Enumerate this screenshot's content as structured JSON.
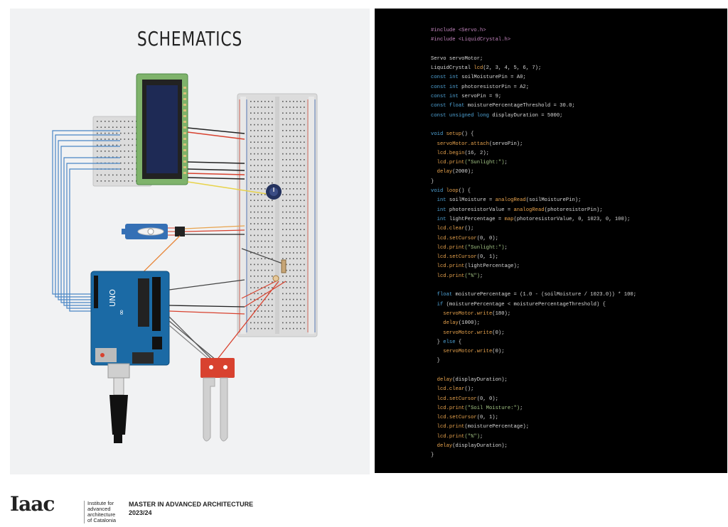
{
  "schematic": {
    "title": "SCHEMATICS"
  },
  "code": {
    "lines": [
      [
        [
          "kw-inc",
          "#include <Servo.h>"
        ]
      ],
      [
        [
          "kw-inc",
          "#include <LiquidCrystal.h>"
        ]
      ],
      [],
      [
        [
          "",
          "Servo servoMotor;"
        ]
      ],
      [
        [
          "",
          "LiquidCrystal "
        ],
        [
          "fn",
          "lcd"
        ],
        [
          "",
          "(2, 3, 4, 5, 6, 7);"
        ]
      ],
      [
        [
          "kw",
          "const int "
        ],
        [
          "",
          "soilMoisturePin = A0;"
        ]
      ],
      [
        [
          "kw",
          "const int "
        ],
        [
          "",
          "photoresistorPin = A2;"
        ]
      ],
      [
        [
          "kw",
          "const int "
        ],
        [
          "",
          "servoPin = 9;"
        ]
      ],
      [
        [
          "kw",
          "const float "
        ],
        [
          "",
          "moisturePercentageThreshold = 30.0;"
        ]
      ],
      [
        [
          "kw",
          "const unsigned long "
        ],
        [
          "",
          "displayDuration = 5000;"
        ]
      ],
      [],
      [
        [
          "kw",
          "void "
        ],
        [
          "fn",
          "setup"
        ],
        [
          "",
          "() {"
        ]
      ],
      [
        [
          "",
          "  "
        ],
        [
          "fn",
          "servoMotor.attach"
        ],
        [
          "",
          "(servoPin);"
        ]
      ],
      [
        [
          "",
          "  "
        ],
        [
          "fn",
          "lcd.begin"
        ],
        [
          "",
          "(16, 2);"
        ]
      ],
      [
        [
          "",
          "  "
        ],
        [
          "fn",
          "lcd.print"
        ],
        [
          "",
          ""
        ],
        [
          "str",
          "(\"Sunlight:\")"
        ],
        [
          "",
          ";"
        ]
      ],
      [
        [
          "",
          "  "
        ],
        [
          "fn",
          "delay"
        ],
        [
          "",
          "(2000);"
        ]
      ],
      [
        [
          "",
          "}"
        ]
      ],
      [
        [
          "kw",
          "void "
        ],
        [
          "fn",
          "loop"
        ],
        [
          "",
          "() {"
        ]
      ],
      [
        [
          "",
          "  "
        ],
        [
          "kw",
          "int "
        ],
        [
          "",
          "soilMoisture = "
        ],
        [
          "fn",
          "analogRead"
        ],
        [
          "",
          "(soilMoisturePin);"
        ]
      ],
      [
        [
          "",
          "  "
        ],
        [
          "kw",
          "int "
        ],
        [
          "",
          "photoresistorValue = "
        ],
        [
          "fn",
          "analogRead"
        ],
        [
          "",
          "(photoresistorPin);"
        ]
      ],
      [
        [
          "",
          "  "
        ],
        [
          "kw",
          "int "
        ],
        [
          "",
          "lightPercentage = "
        ],
        [
          "fn",
          "map"
        ],
        [
          "",
          "(photoresistorValue, 0, 1023, 0, 100);"
        ]
      ],
      [
        [
          "",
          "  "
        ],
        [
          "fn",
          "lcd.clear"
        ],
        [
          "",
          "();"
        ]
      ],
      [
        [
          "",
          "  "
        ],
        [
          "fn",
          "lcd.setCursor"
        ],
        [
          "",
          "(0, 0);"
        ]
      ],
      [
        [
          "",
          "  "
        ],
        [
          "fn",
          "lcd.print"
        ],
        [
          "str",
          "(\"Sunlight:\")"
        ],
        [
          "",
          ";"
        ]
      ],
      [
        [
          "",
          "  "
        ],
        [
          "fn",
          "lcd.setCursor"
        ],
        [
          "",
          "(0, 1);"
        ]
      ],
      [
        [
          "",
          "  "
        ],
        [
          "fn",
          "lcd.print"
        ],
        [
          "",
          "(lightPercentage);"
        ]
      ],
      [
        [
          "",
          "  "
        ],
        [
          "fn",
          "lcd.print"
        ],
        [
          "str",
          "(\"%\")"
        ],
        [
          "",
          ";"
        ]
      ],
      [],
      [
        [
          "",
          "  "
        ],
        [
          "kw",
          "float "
        ],
        [
          "",
          "moisturePercentage = (1.0 - (soilMoisture / 1023.0)) * 100;"
        ]
      ],
      [
        [
          "",
          "  "
        ],
        [
          "kw",
          "if "
        ],
        [
          "",
          "(moisturePercentage < moisturePercentageThreshold) {"
        ]
      ],
      [
        [
          "",
          "    "
        ],
        [
          "fn",
          "servoMotor.write"
        ],
        [
          "",
          "(180);"
        ]
      ],
      [
        [
          "",
          "    "
        ],
        [
          "fn",
          "delay"
        ],
        [
          "",
          "(1000);"
        ]
      ],
      [
        [
          "",
          "    "
        ],
        [
          "fn",
          "servoMotor.write"
        ],
        [
          "",
          "(0);"
        ]
      ],
      [
        [
          "",
          "  } "
        ],
        [
          "kw",
          "else "
        ],
        [
          "",
          "{"
        ]
      ],
      [
        [
          "",
          "    "
        ],
        [
          "fn",
          "servoMotor.write"
        ],
        [
          "",
          "(0);"
        ]
      ],
      [
        [
          "",
          "  }"
        ]
      ],
      [],
      [
        [
          "",
          "  "
        ],
        [
          "fn",
          "delay"
        ],
        [
          "",
          "(displayDuration);"
        ]
      ],
      [
        [
          "",
          "  "
        ],
        [
          "fn",
          "lcd.clear"
        ],
        [
          "",
          "();"
        ]
      ],
      [
        [
          "",
          "  "
        ],
        [
          "fn",
          "lcd.setCursor"
        ],
        [
          "",
          "(0, 0);"
        ]
      ],
      [
        [
          "",
          "  "
        ],
        [
          "fn",
          "lcd.print"
        ],
        [
          "str",
          "(\"Soil Moisture:\")"
        ],
        [
          "",
          ";"
        ]
      ],
      [
        [
          "",
          "  "
        ],
        [
          "fn",
          "lcd.setCursor"
        ],
        [
          "",
          "(0, 1);"
        ]
      ],
      [
        [
          "",
          "  "
        ],
        [
          "fn",
          "lcd.print"
        ],
        [
          "",
          "(moisturePercentage);"
        ]
      ],
      [
        [
          "",
          "  "
        ],
        [
          "fn",
          "lcd.print"
        ],
        [
          "str",
          "(\"%\")"
        ],
        [
          "",
          ";"
        ]
      ],
      [
        [
          "",
          "  "
        ],
        [
          "fn",
          "delay"
        ],
        [
          "",
          "(displayDuration);"
        ]
      ],
      [
        [
          "",
          "}"
        ]
      ]
    ]
  },
  "footer": {
    "logo": "Iaac",
    "institute": [
      "Institute for",
      "advanced",
      "architecture",
      "of Catalonia"
    ],
    "program": "MASTER IN ADVANCED ARCHITECTURE",
    "year": "2023/24"
  },
  "colors": {
    "code_bg": "#000000",
    "panel_bg": "#f1f2f3",
    "arduino_blue": "#1b6aa5",
    "lcd_green": "#7fb36b",
    "sensor_red": "#d8422f"
  }
}
